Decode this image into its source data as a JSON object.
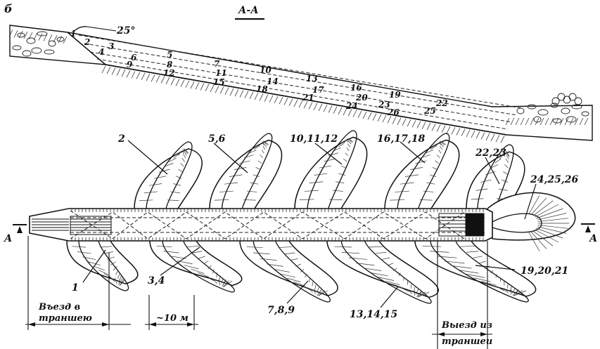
{
  "panel_letter": "б",
  "section_title": "А-А",
  "angle_label": "25°",
  "section_marker_left": "А",
  "section_marker_right": "А",
  "profile_numbers": [
    "1",
    "2",
    "3",
    "4",
    "5",
    "6",
    "7",
    "8",
    "9",
    "10",
    "11",
    "12",
    "13",
    "14",
    "15",
    "16",
    "17",
    "18",
    "19",
    "20",
    "21",
    "22",
    "23",
    "24",
    "25",
    "26"
  ],
  "plan_labels": {
    "l1": "1",
    "l2": "2",
    "l34": "3,4",
    "l56": "5,6",
    "l789": "7,8,9",
    "l101112": "10,11,12",
    "l131415": "13,14,15",
    "l161718": "16,17,18",
    "l192021": "19,20,21",
    "l2223": "22,23",
    "l242526": "24,25,26"
  },
  "dimensions": {
    "entry_line1": "Въезд в",
    "entry_line2": "траншею",
    "spacing": "~10 м",
    "exit_line1": "Выезд из",
    "exit_line2": "траншеи"
  }
}
